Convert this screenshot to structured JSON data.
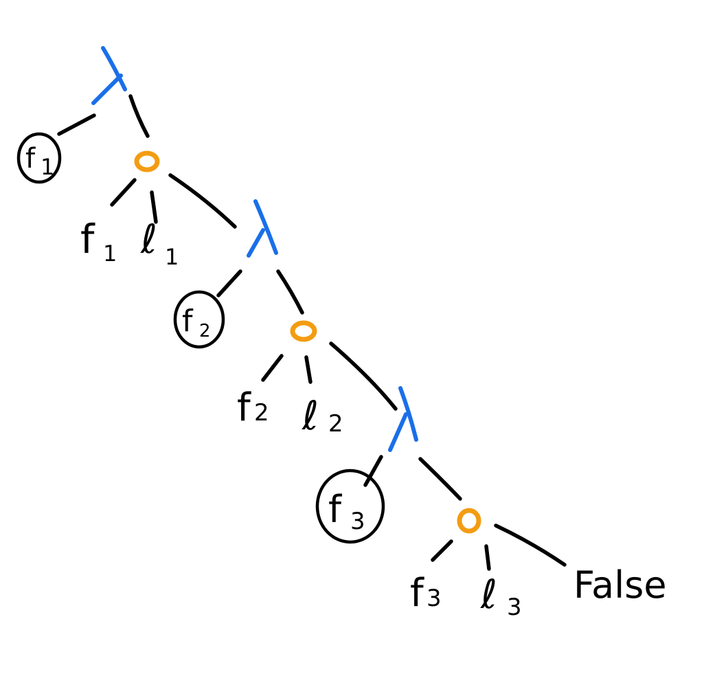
{
  "colors": {
    "lambda": "#1a6fe8",
    "compose": "#f39c12",
    "ink": "#000000",
    "background": "#ffffff"
  },
  "levels": [
    {
      "circled": {
        "base": "f",
        "sub": "1"
      },
      "left_leaf": {
        "base": "f",
        "sub": "1"
      },
      "middle_leaf": {
        "base": "ℓ",
        "sub": "1"
      }
    },
    {
      "circled": {
        "base": "f",
        "sub": "2"
      },
      "left_leaf": {
        "base": "f",
        "sub": "2"
      },
      "middle_leaf": {
        "base": "ℓ",
        "sub": "2"
      }
    },
    {
      "circled": {
        "base": "f",
        "sub": "3"
      },
      "left_leaf": {
        "base": "f",
        "sub": "3"
      },
      "middle_leaf": {
        "base": "ℓ",
        "sub": "3"
      }
    }
  ],
  "terminal": {
    "label": "False"
  }
}
